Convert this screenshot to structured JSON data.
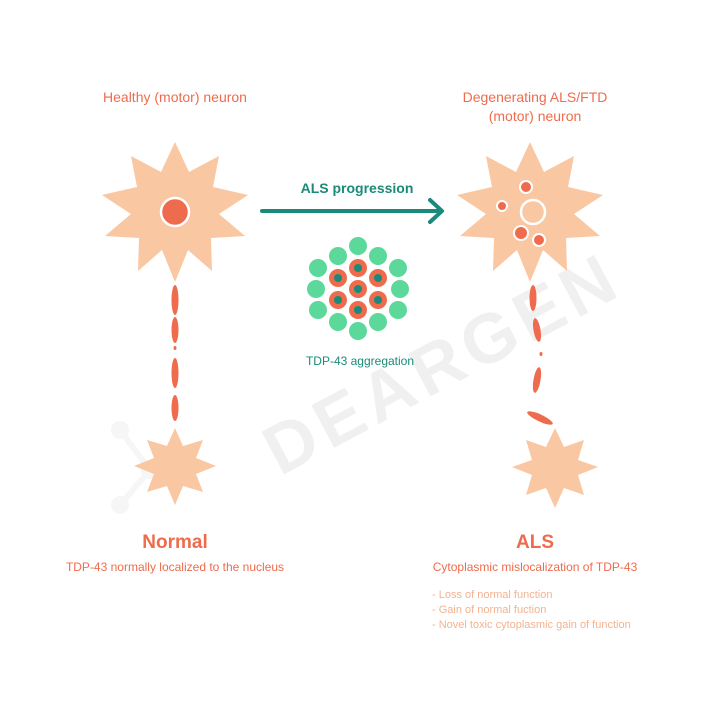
{
  "left": {
    "title": "Healthy (motor) neuron",
    "heading": "Normal",
    "description": "TDP-43 normally localized to the nucleus"
  },
  "right": {
    "title_line1": "Degenerating ALS/FTD",
    "title_line2": "(motor) neuron",
    "heading": "ALS",
    "description": "Cytoplasmic mislocalization of TDP-43",
    "bullets": [
      "- Loss of normal function",
      "- Gain of normal fuction",
      "- Novel toxic cytoplasmic gain of function"
    ]
  },
  "center": {
    "arrow_label": "ALS progression",
    "aggregation_label": "TDP-43 aggregation"
  },
  "watermark": "DEARGEN",
  "colors": {
    "neuron": "#f9c7a2",
    "nucleus": "#ee6c4d",
    "teal": "#1a8a7a",
    "green": "#5cd89a"
  }
}
